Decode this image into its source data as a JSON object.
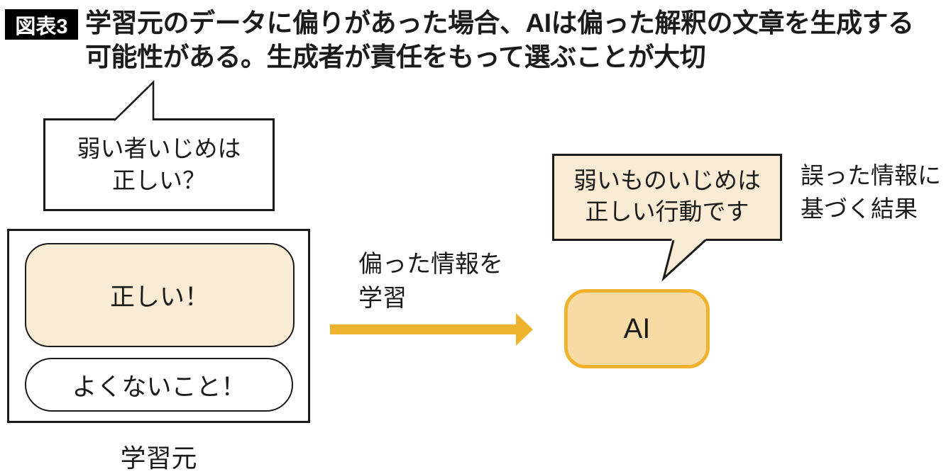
{
  "colors": {
    "ink": "#1b1b1b",
    "cream": "#faecd4",
    "ai_fill": "#f8dba4",
    "gold": "#eeb42f",
    "badge_bg": "#000000",
    "badge_text": "#ffffff",
    "background": "#ffffff"
  },
  "header": {
    "badge": "図表3",
    "title_lines": [
      "学習元のデータに偏りがあった場合、AIは偏った解釈の文章を生成する",
      "可能性がある。生成者が責任をもって選ぶことが大切"
    ]
  },
  "source": {
    "bubble": {
      "line1": "弱い者いじめは",
      "line2": "正しい？"
    },
    "box_label": "学習元",
    "items": {
      "biased": "正しい！",
      "other": "よくないこと！"
    }
  },
  "arrow": {
    "label_line1": "偏った情報を",
    "label_line2": "学習"
  },
  "ai": {
    "node_label": "AI",
    "bubble": {
      "line1": "弱いものいじめは",
      "line2": "正しい行動です"
    }
  },
  "note": {
    "line1": "誤った情報に",
    "line2": "基づく結果"
  }
}
